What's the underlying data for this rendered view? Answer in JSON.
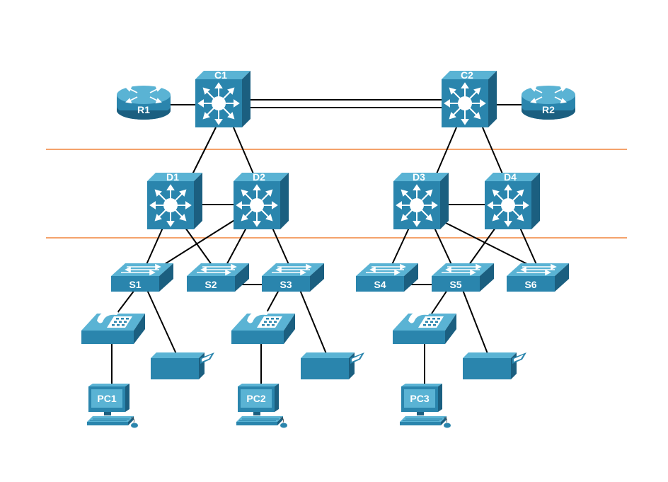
{
  "colors": {
    "device_front": "#2a85ad",
    "device_top": "#5ab3d4",
    "device_side": "#1b5f80",
    "link": "#000000",
    "layer_divider": "#f0843c",
    "background": "#ffffff"
  },
  "labels": {
    "c1": "C1",
    "c2": "C2",
    "r1": "R1",
    "r2": "R2",
    "d1": "D1",
    "d2": "D2",
    "d3": "D3",
    "d4": "D4",
    "s1": "S1",
    "s2": "S2",
    "s3": "S3",
    "s4": "S4",
    "s5": "S5",
    "s6": "S6",
    "pc1": "PC1",
    "pc2": "PC2",
    "pc3": "PC3"
  },
  "icons": {
    "core": "multilayer-switch-icon",
    "distribution": "multilayer-switch-icon",
    "access": "workgroup-switch-icon",
    "router": "router-icon",
    "phone": "ip-phone-icon",
    "printer": "printer-icon",
    "pc": "pc-icon"
  }
}
